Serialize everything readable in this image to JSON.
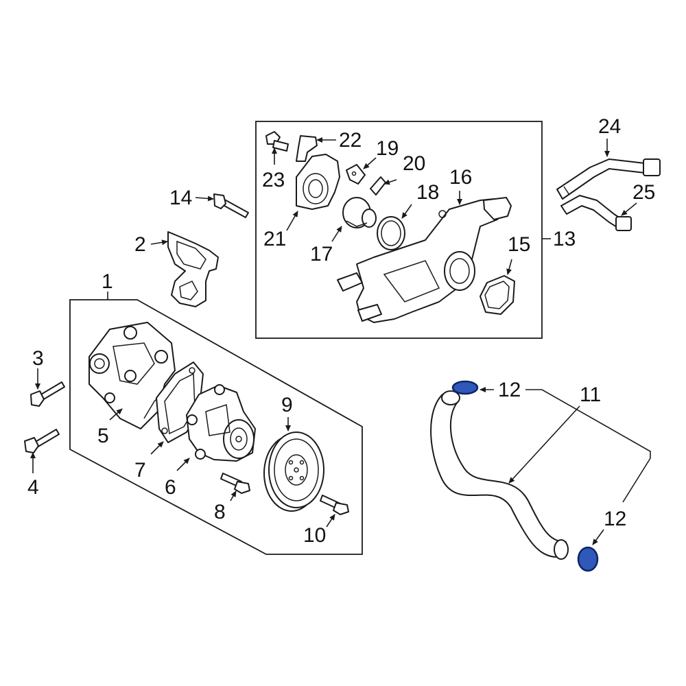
{
  "callouts": {
    "c1": "1",
    "c2": "2",
    "c3": "3",
    "c4": "4",
    "c5": "5",
    "c6": "6",
    "c7": "7",
    "c8": "8",
    "c9": "9",
    "c10": "10",
    "c11": "11",
    "c12_top": "12",
    "c12_bottom": "12",
    "c13": "13",
    "c14": "14",
    "c15": "15",
    "c16": "16",
    "c17": "17",
    "c18": "18",
    "c19": "19",
    "c20": "20",
    "c21": "21",
    "c22": "22",
    "c23": "23",
    "c24": "24",
    "c25": "25"
  },
  "colors": {
    "line": "#1a1a1a",
    "highlight_fill": "#2f58b8",
    "highlight_stroke": "#0d2466",
    "background": "#ffffff"
  },
  "highlighted_parts": [
    "12"
  ]
}
